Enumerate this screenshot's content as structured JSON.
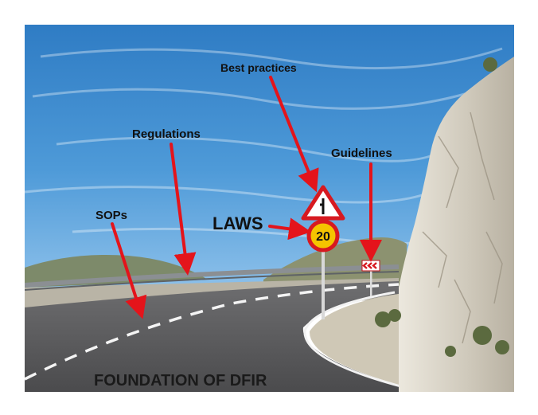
{
  "annotations": {
    "best_practices": "Best practices",
    "regulations": "Regulations",
    "guidelines": "Guidelines",
    "sops": "SOPs",
    "laws": "LAWS"
  },
  "speed_sign": {
    "value": "20"
  },
  "caption": "FOUNDATION OF DFIR",
  "colors": {
    "arrow": "#e4141b",
    "sky": "#3f8fd0",
    "road": "#5a5a5c",
    "rock": "#d8d4c8",
    "sign_red": "#d71920",
    "sign_yellow": "#f5c400"
  }
}
